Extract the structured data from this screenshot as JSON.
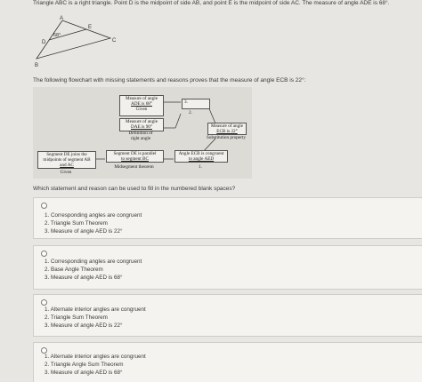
{
  "question": "Triangle ABC is a right triangle. Point D is the midpoint of side AB, and point E is the midpoint of side AC. The measure of angle ADE is 68°.",
  "figure": {
    "A": "A",
    "B": "B",
    "C": "C",
    "D": "D",
    "E": "E",
    "angle": "68°"
  },
  "intro": "The following flowchart with missing statements and reasons proves that the measure of angle ECB is 22°:",
  "flowchart": {
    "b1_line1": "Measure of angle",
    "b1_line2": "ADE is 68°",
    "b1_reason": "Given",
    "b2_line1": "Measure of angle",
    "b2_line2": "DAE is 90°",
    "b2_reason_1": "Definition of",
    "b2_reason_2": "right angle",
    "b3_statement": "3.",
    "b3_reason": "2.",
    "b4_line1": "Measure of angle",
    "b4_line2": "ECB is 22°",
    "b4_reason": "Substitution property",
    "b5_line1": "Segment DE joins the",
    "b5_line2": "midpoints of segment AB",
    "b5_line3": "and AC",
    "b5_reason": "Given",
    "b6_line1": "Segment DE is parallel",
    "b6_line2": "to segment BC",
    "b6_reason": "Midsegment theorem",
    "b7_line1": "Angle ECB is congruent",
    "b7_line2": "to angle AED",
    "b7_reason": "1."
  },
  "ask": "Which statement and reason can be used to fill in the numbered blank spaces?",
  "options": [
    {
      "lines": [
        "1. Corresponding angles are congruent",
        "2. Triangle Sum Theorem",
        "3. Measure of angle AED is 22°"
      ]
    },
    {
      "lines": [
        "1. Corresponding angles are congruent",
        "2. Base Angle Theorem",
        "3. Measure of angle AED is 68°"
      ]
    },
    {
      "lines": [
        "1. Alternate interior angles are congruent",
        "2. Triangle Sum Theorem",
        "3. Measure of angle AED is 22°"
      ]
    },
    {
      "lines": [
        "1. Alternate interior angles are congruent",
        "2. Triangle Angle Sum Theorem",
        "3. Measure of angle AED is 68°"
      ]
    }
  ]
}
